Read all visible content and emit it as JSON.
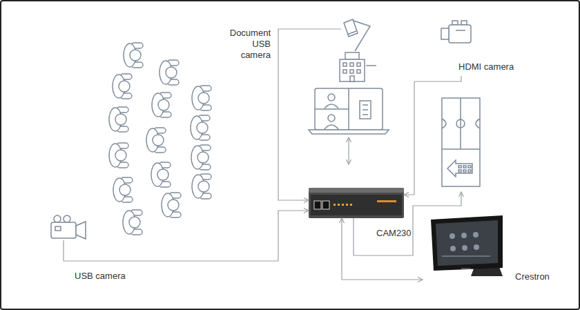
{
  "diagram": {
    "nodes": [
      {
        "text": [
          "Document USB camera"
        ]
      },
      {
        "text": [
          "HDMI camera"
        ]
      },
      {
        "text": [
          "CAM230"
        ]
      },
      {
        "text": [
          "USB camera"
        ]
      },
      {
        "text": [
          "Crestron"
        ]
      }
    ],
    "edges": [
      {
        "from": 0,
        "to": 2,
        "arrow": "to"
      },
      {
        "from": 1,
        "to": 2,
        "arrow": "to"
      },
      {
        "from": 3,
        "to": 2,
        "arrow": "to"
      },
      {
        "from": 2,
        "to": 4,
        "arrow": "both"
      }
    ]
  }
}
